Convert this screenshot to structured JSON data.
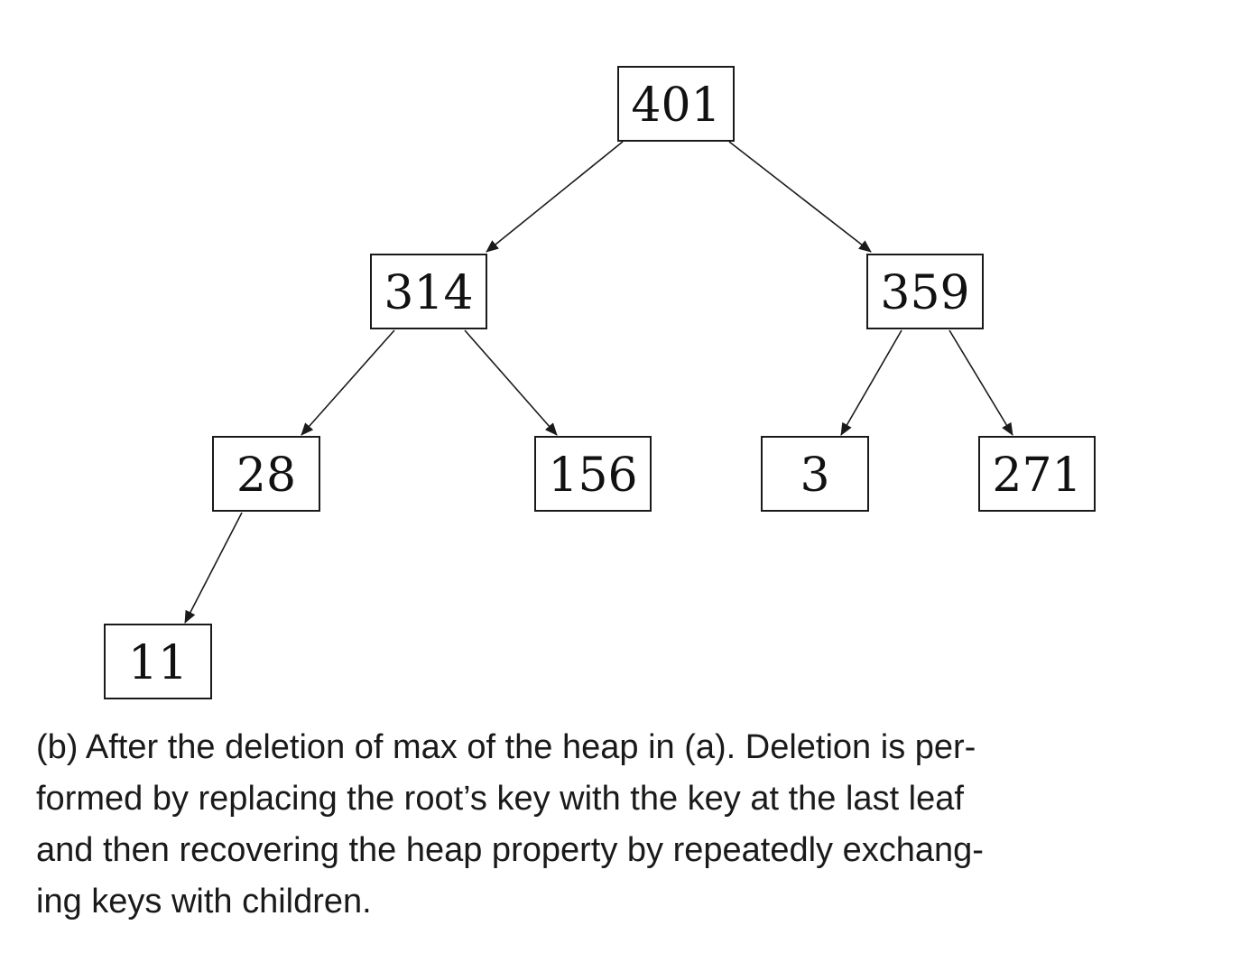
{
  "nodes": [
    {
      "id": "n401",
      "label": "401"
    },
    {
      "id": "n314",
      "label": "314"
    },
    {
      "id": "n359",
      "label": "359"
    },
    {
      "id": "n28",
      "label": "28"
    },
    {
      "id": "n156",
      "label": "156"
    },
    {
      "id": "n3",
      "label": "3"
    },
    {
      "id": "n271",
      "label": "271"
    },
    {
      "id": "n11",
      "label": "11"
    }
  ],
  "edges": [
    {
      "from": "n401",
      "to": "n314"
    },
    {
      "from": "n401",
      "to": "n359"
    },
    {
      "from": "n314",
      "to": "n28"
    },
    {
      "from": "n314",
      "to": "n156"
    },
    {
      "from": "n359",
      "to": "n3"
    },
    {
      "from": "n359",
      "to": "n271"
    },
    {
      "from": "n28",
      "to": "n11"
    }
  ],
  "caption": {
    "lines": [
      "(b)  After the deletion of max of the heap in (a). Deletion is per-",
      "formed by replacing the root’s key with the key at the last leaf",
      "and then recovering the heap property by repeatedly exchang-",
      "ing keys with children."
    ]
  }
}
